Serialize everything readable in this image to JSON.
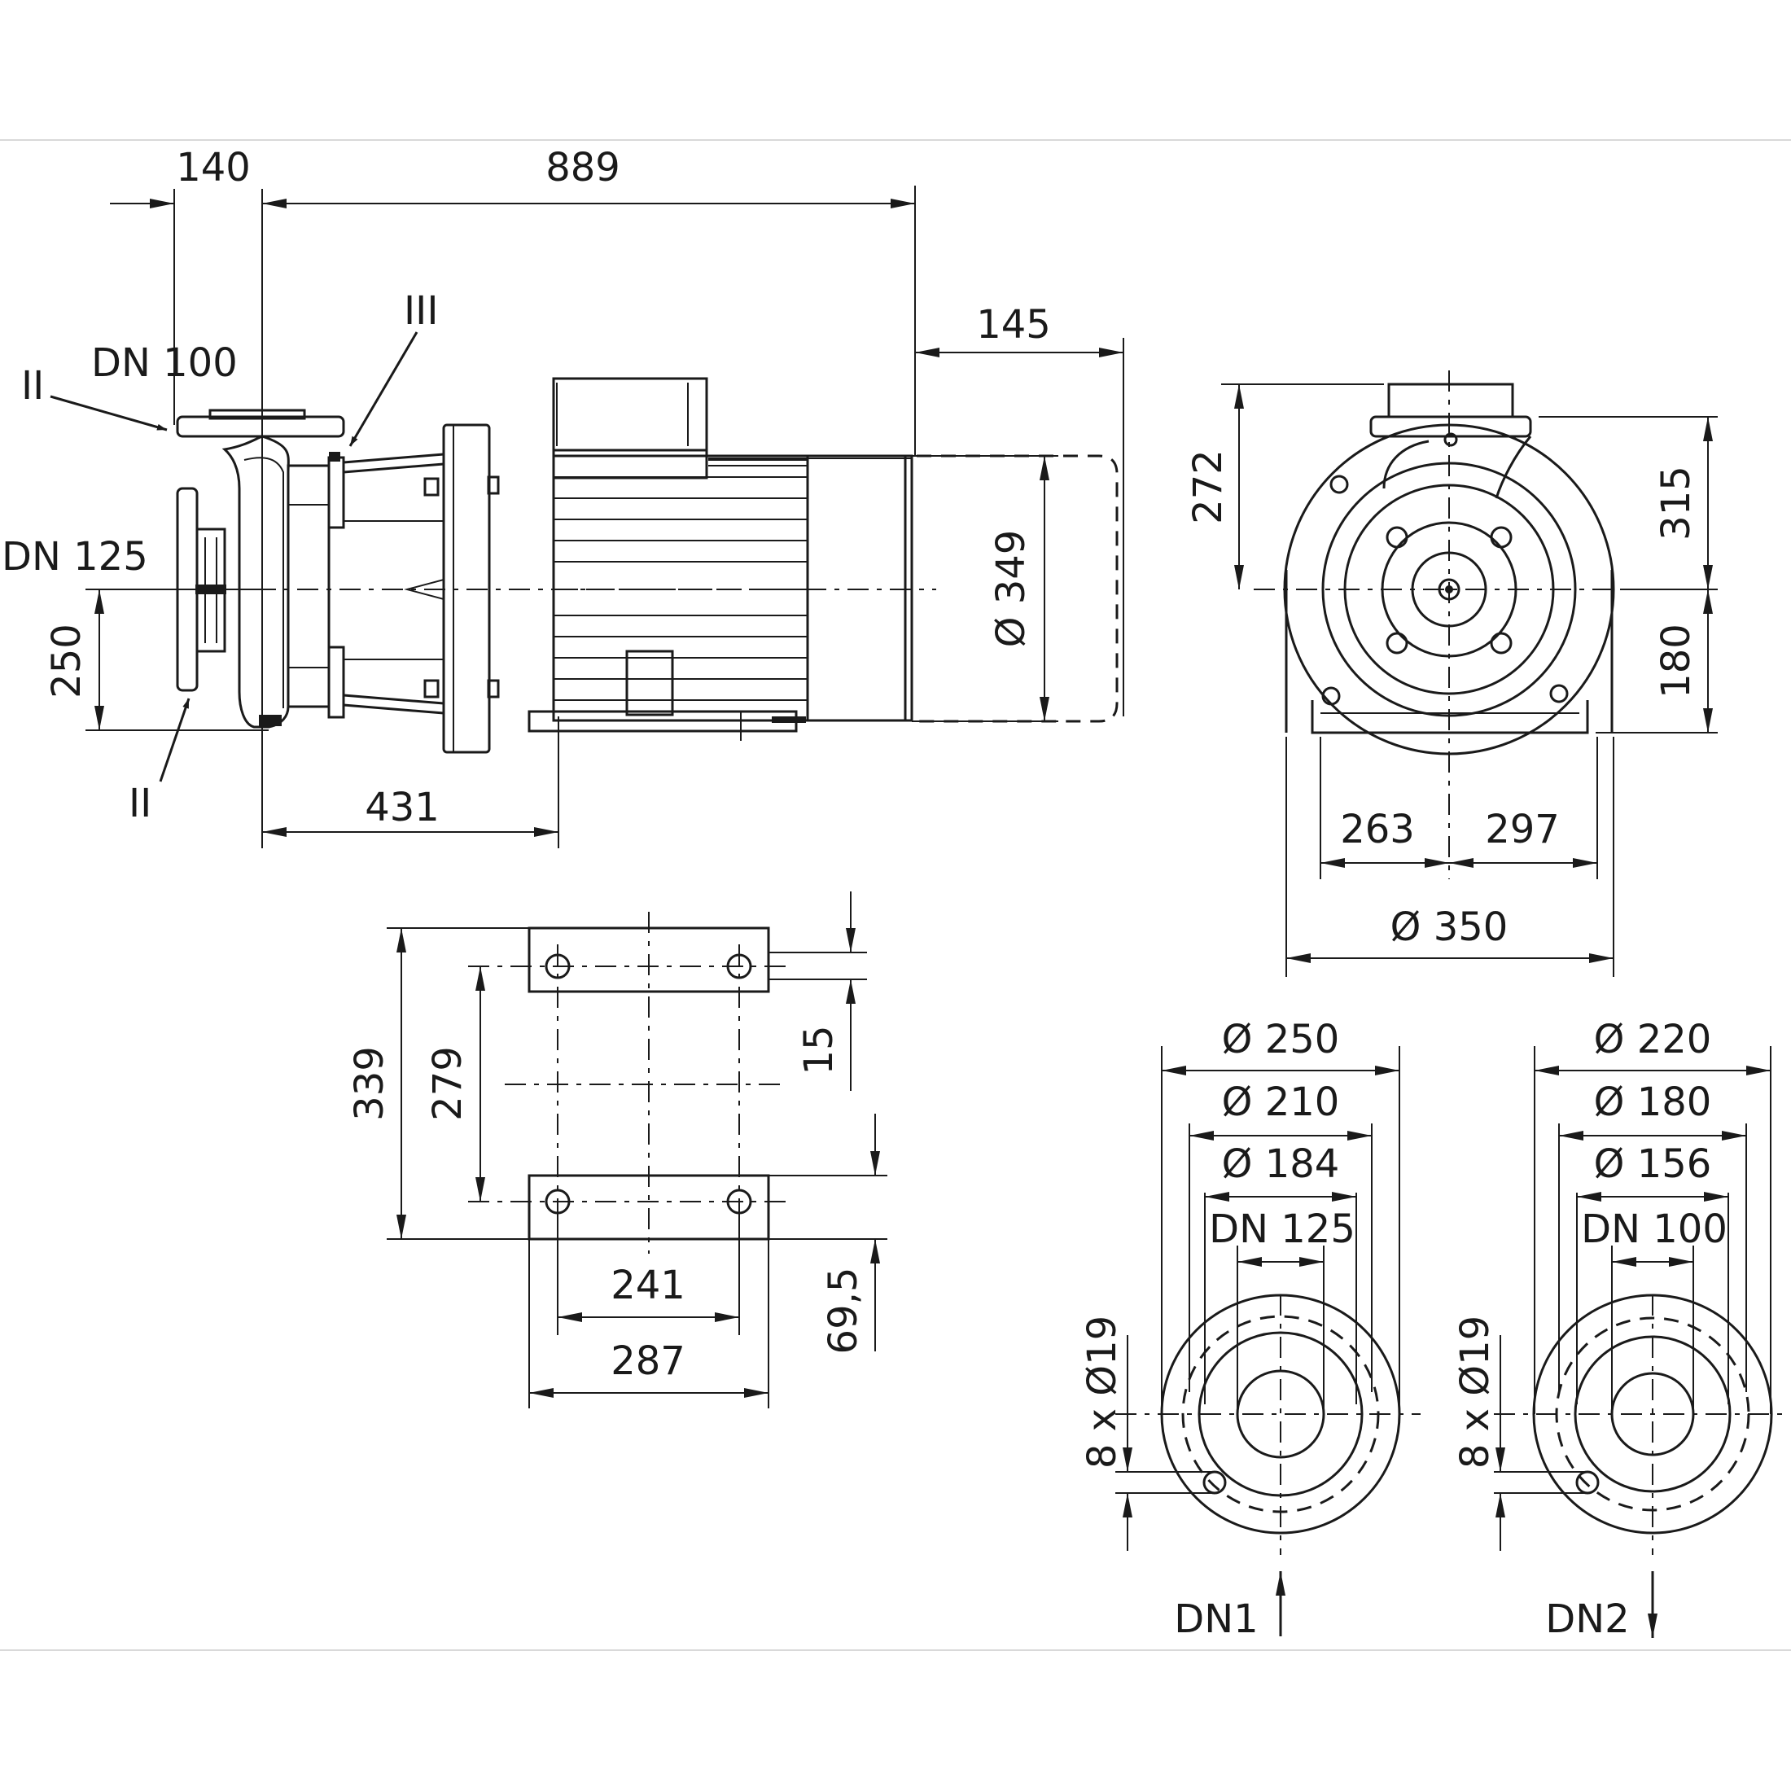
{
  "side_view": {
    "dim_140": "140",
    "dim_889": "889",
    "dim_145": "145",
    "label_dn100": "DN 100",
    "label_dn125": "DN 125",
    "label_II_top": "II",
    "label_II_bottom": "II",
    "label_III": "III",
    "dim_250": "250",
    "dim_diam349": "Ø 349",
    "dim_431": "431"
  },
  "front_view": {
    "dim_272": "272",
    "dim_315": "315",
    "dim_180": "180",
    "dim_263": "263",
    "dim_297": "297",
    "dim_diam350": "Ø 350"
  },
  "base_plan": {
    "dim_339": "339",
    "dim_279": "279",
    "dim_15": "15",
    "dim_69_5": "69,5",
    "dim_241": "241",
    "dim_287": "287"
  },
  "flange_dn1": {
    "dim_outer": "Ø 250",
    "dim_bolt_circle": "Ø 210",
    "dim_face": "Ø 184",
    "dim_nominal": "DN 125",
    "holes": "8 x Ø19",
    "label": "DN1"
  },
  "flange_dn2": {
    "dim_outer": "Ø 220",
    "dim_bolt_circle": "Ø 180",
    "dim_face": "Ø 156",
    "dim_nominal": "DN 100",
    "holes": "8 x Ø19",
    "label": "DN2"
  }
}
